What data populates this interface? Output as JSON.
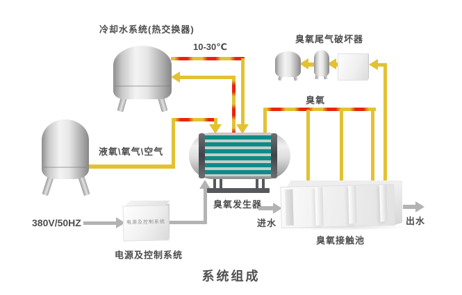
{
  "title": "系统组成",
  "colors": {
    "pipe_yellow": "#e2c232",
    "heat_red": "#e8250d",
    "flow_gray": "#b3b3b3",
    "generator_teal": "#0f8b87",
    "text": "#4c4c4c"
  },
  "labels": {
    "cooling_system": "冷却水系统(热交换器)",
    "temperature": "10-30℃",
    "tail_gas_destructor": "臭氧尾气破坏器",
    "ozone": "臭氧",
    "feed_gas": "液氧\\氧气\\空气",
    "power_rating": "380V/50HZ",
    "power_box": "电源及控制系统",
    "power_system": "电源及控制系统",
    "ozone_generator": "臭氧发生器",
    "water_in": "进水",
    "water_out": "出水",
    "contact_pool": "臭氧接触池"
  }
}
